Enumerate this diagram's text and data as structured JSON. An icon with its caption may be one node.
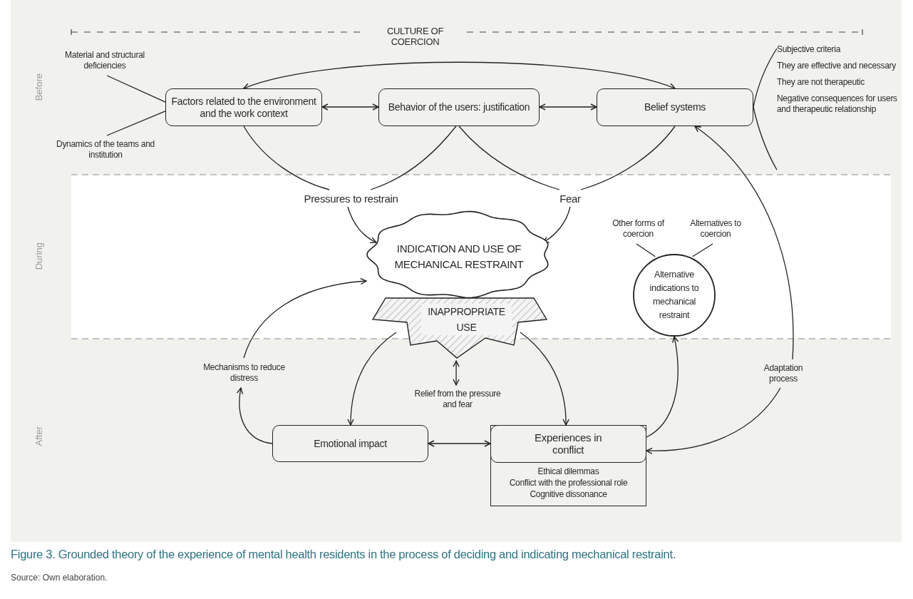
{
  "diagram": {
    "caption": "Figure 3. Grounded theory of the experience of mental health residents in the process of deciding and indicating mechanical restraint.",
    "nodes": [
      {
        "text": [
          "Before"
        ]
      },
      {
        "text": [
          "Material and structural deficiencies"
        ],
        "in": 0
      },
      {
        "text": [
          "Dynamics of the teams and institution"
        ],
        "in": 0
      },
      {
        "text": [
          "Factors related to the environment and the work context"
        ],
        "in": 0
      },
      {
        "text": [
          "Behavior of the users: justification"
        ],
        "in": 0
      },
      {
        "text": [
          "Belief systems"
        ],
        "in": 0
      },
      {
        "text": [
          "Subjective criteria",
          "They are effective and necessary",
          "They are not therapeutic",
          "Negative consequences for users and therapeutic relationship"
        ],
        "in": 0
      },
      {
        "text": [
          "During"
        ]
      },
      {
        "text": [
          "Pressures to restrain"
        ],
        "in": 7
      },
      {
        "text": [
          "Fear"
        ],
        "in": 7
      },
      {
        "text": [
          "INDICATION AND USE OF MECHANICAL RESTRAINT"
        ],
        "in": 7
      },
      {
        "text": [
          "INAPPROPRIATE USE"
        ]
      },
      {
        "text": [
          "Other forms of coercion"
        ],
        "in": 7
      },
      {
        "text": [
          "Alternatives to coercion"
        ],
        "in": 7
      },
      {
        "text": [
          "Alternative indications to mechanical restraint"
        ],
        "in": 7
      },
      {
        "text": [
          "After"
        ]
      },
      {
        "text": [
          "Mechanisms to reduce distress"
        ],
        "in": 15
      },
      {
        "text": [
          "Relief from the pressure and fear"
        ],
        "in": 15
      },
      {
        "text": [
          "Emotional impact"
        ],
        "in": 15
      },
      {
        "text": [
          "Experiences in conflict",
          "Ethical dilemmas",
          "Conflict with the professional role",
          "Cognitive dissonance"
        ],
        "in": 15
      },
      {
        "text": [
          "Adaptation process"
        ],
        "in": 15
      }
    ],
    "edges": [
      {
        "from": 1,
        "to": 3,
        "arrow": "none"
      },
      {
        "from": 2,
        "to": 3,
        "arrow": "none"
      },
      {
        "from": 3,
        "to": 5,
        "arrow": "both"
      },
      {
        "from": 3,
        "to": 4,
        "arrow": "both"
      },
      {
        "from": 4,
        "to": 5,
        "arrow": "both"
      },
      {
        "from": 5,
        "to": 6,
        "arrow": "none"
      },
      {
        "from": 3,
        "to": 8,
        "arrow": "none"
      },
      {
        "from": 4,
        "to": 8,
        "arrow": "none"
      },
      {
        "from": 4,
        "to": 9,
        "arrow": "none"
      },
      {
        "from": 5,
        "to": 9,
        "arrow": "none"
      },
      {
        "from": 8,
        "to": 10,
        "arrow": "to"
      },
      {
        "from": 9,
        "to": 10,
        "arrow": "to"
      },
      {
        "from": 12,
        "to": 14,
        "arrow": "none"
      },
      {
        "from": 13,
        "to": 14,
        "arrow": "none"
      },
      {
        "from": 16,
        "to": 10,
        "arrow": "to"
      },
      {
        "from": 11,
        "to": 17,
        "arrow": "both"
      },
      {
        "from": 11,
        "to": 18,
        "arrow": "to"
      },
      {
        "from": 11,
        "to": 19,
        "arrow": "to"
      },
      {
        "from": 18,
        "to": 16,
        "arrow": "to"
      },
      {
        "from": 18,
        "to": 19,
        "arrow": "both"
      },
      {
        "from": 19,
        "to": 14,
        "arrow": "to"
      },
      {
        "from": 20,
        "to": 5,
        "arrow": "to"
      },
      {
        "from": 20,
        "to": 19,
        "arrow": "to"
      }
    ],
    "labels": [
      "CULTURE OF COERCION",
      "Source: Own elaboration."
    ]
  }
}
